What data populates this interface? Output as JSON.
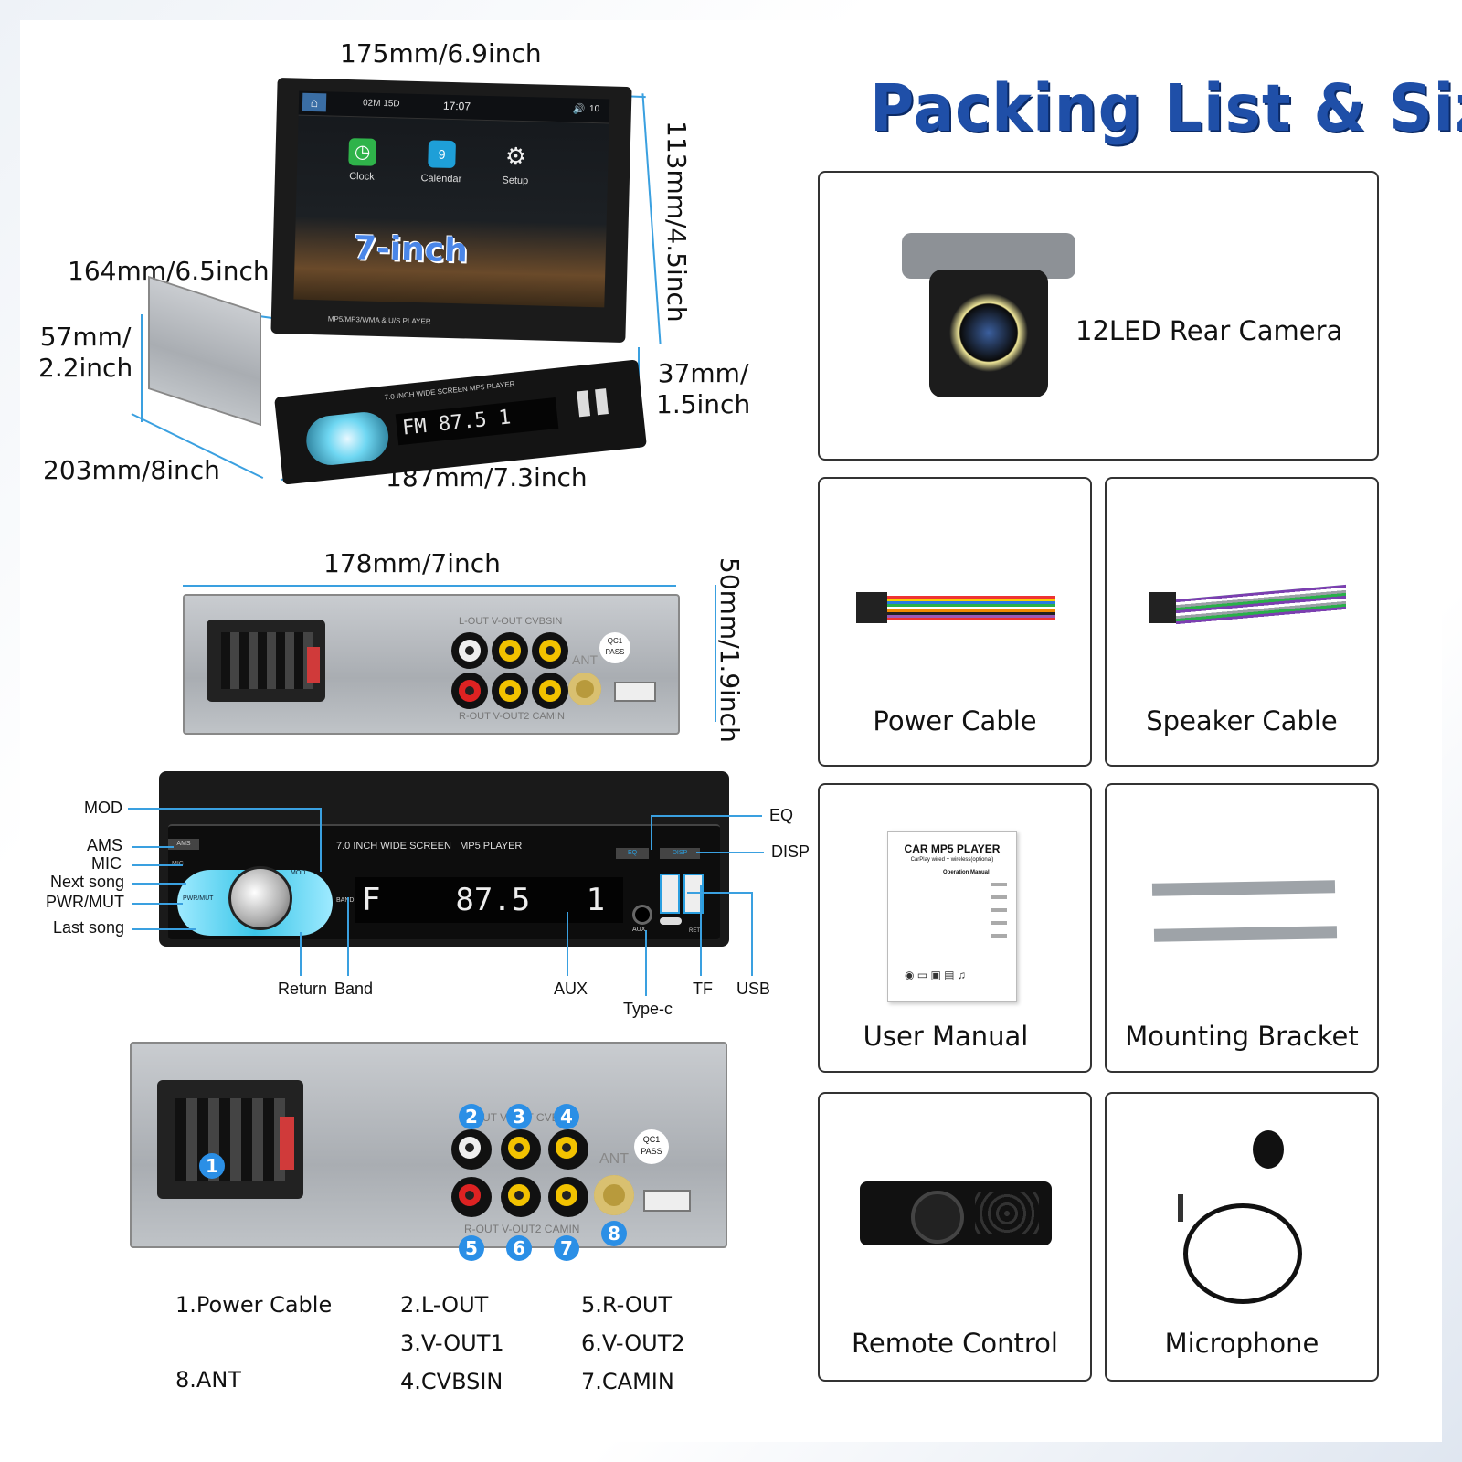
{
  "title": "Packing List & Size",
  "device": {
    "screen_label": "7-inch",
    "status_time_left": "02M 15D",
    "status_time": "17:07",
    "status_volume": "10",
    "apps": [
      {
        "name": "Clock",
        "icon": "clock-icon"
      },
      {
        "name": "Calendar",
        "icon": "calendar-icon"
      },
      {
        "name": "Setup",
        "icon": "gear-icon"
      }
    ],
    "bezel_text": "MP5/MP3/WMA & U/S PLAYER",
    "faceplate_text": "7.0 INCH WIDE SCREEN   MP5 PLAYER",
    "display_text": "FM  87.5  1"
  },
  "dimensions": {
    "top_width": "175mm/6.9inch",
    "screen_height": "113mm/4.5inch",
    "depth_top": "164mm/6.5inch",
    "side_height": "57mm/\n2.2inch",
    "front_height": "37mm/\n1.5inch",
    "depth_bottom": "203mm/8inch",
    "front_width": "187mm/7.3inch",
    "rear_width": "178mm/7inch",
    "rear_height": "50mm/1.9inch"
  },
  "callouts": {
    "left": [
      "MOD",
      "AMS",
      "MIC",
      "Next song",
      "PWR/MUT",
      "Last song"
    ],
    "right": [
      "EQ",
      "DISP"
    ],
    "bottom": [
      "Return",
      "Band",
      "AUX",
      "Type-c",
      "TF",
      "USB"
    ],
    "front_buttons": [
      "AMS",
      "MIC",
      "MOD",
      "PWR/MUT",
      "BAND",
      "EQ",
      "DISP",
      "AUX",
      "RET"
    ],
    "front_title": "7.0 INCH WIDE SCREEN   MP5 PLAYER",
    "front_display": "F    87.5   1"
  },
  "rear": {
    "top_label": "L-OUT V-OUT CVBSIN",
    "bottom_label": "R-OUT V-OUT2 CAMIN",
    "pass_label": "QC1\nPASS",
    "ant_label": "ANT"
  },
  "port_badges": [
    "1",
    "2",
    "3",
    "4",
    "5",
    "6",
    "7",
    "8"
  ],
  "port_legend": {
    "col1": [
      "1.Power Cable",
      "8.ANT"
    ],
    "col2": [
      "2.L-OUT",
      "3.V-OUT1",
      "4.CVBSIN"
    ],
    "col3": [
      "5.R-OUT",
      "6.V-OUT2",
      "7.CAMIN"
    ]
  },
  "packing_list": [
    {
      "label": "12LED Rear Camera"
    },
    {
      "label": "Power Cable"
    },
    {
      "label": "Speaker Cable"
    },
    {
      "label": "User Manual"
    },
    {
      "label": "Mounting Bracket"
    },
    {
      "label": "Remote Control"
    },
    {
      "label": "Microphone"
    }
  ],
  "manual": {
    "title": "CAR MP5 PLAYER",
    "subtitle": "CarPlay wired + wireless(optional)",
    "heading": "Operation Manual"
  },
  "colors": {
    "accent": "#3aa0e0",
    "title": "#1f4fa8",
    "badge": "#2b8fe6",
    "screen_label": "#4a86e8"
  }
}
